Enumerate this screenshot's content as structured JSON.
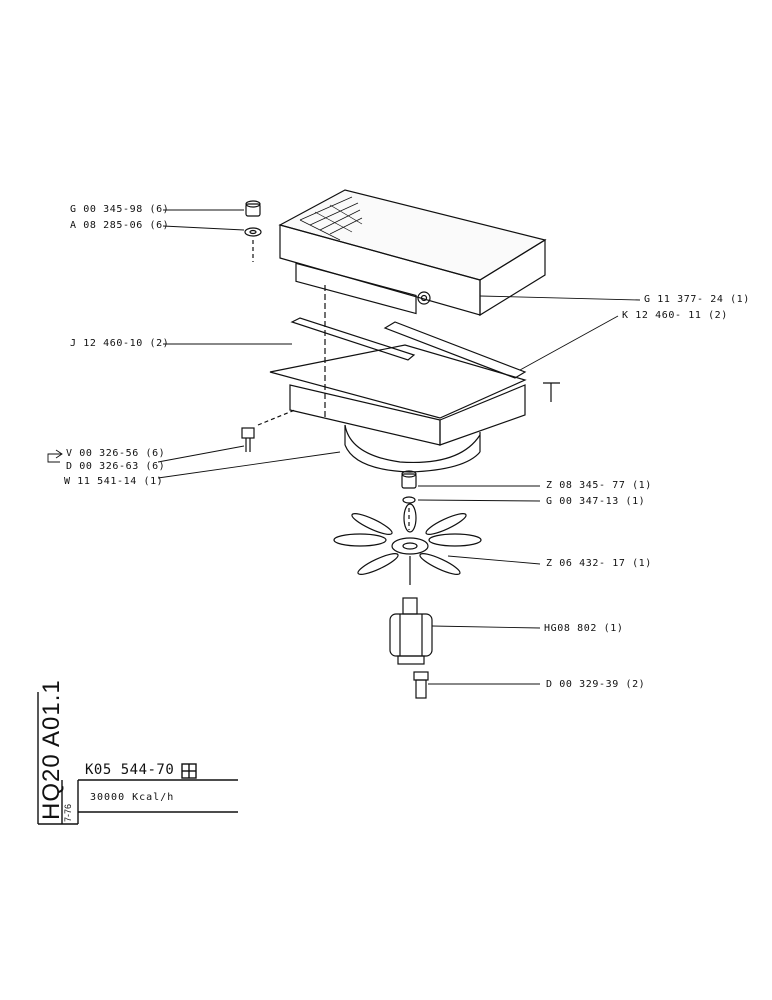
{
  "labels": {
    "nut": "G 00 345-98 (6)",
    "washer": "A 08 285-06 (6)",
    "heat_exchanger": "G 11 377- 24 (1)",
    "strip_right": "K 12 460- 11 (2)",
    "strip_left": "J 12 460-10 (2)",
    "screw_v": "V 00 326-56 (6)",
    "screw_d": "D 00 326-63 (6)",
    "fan_housing": "W 11 541-14 (1)",
    "fan_nut": "Z 08 345- 77 (1)",
    "fan_washer": "G 00 347-13 (1)",
    "fan": "Z 06 432- 17 (1)",
    "motor": "HG08 802 (1)",
    "motor_screw": "D 00 329-39 (2)"
  },
  "title_block": {
    "drawing_code": "HQ20 A01.1",
    "date": "7-76",
    "part_number": "K05 544-70",
    "description": "30000 Kcal/h"
  }
}
